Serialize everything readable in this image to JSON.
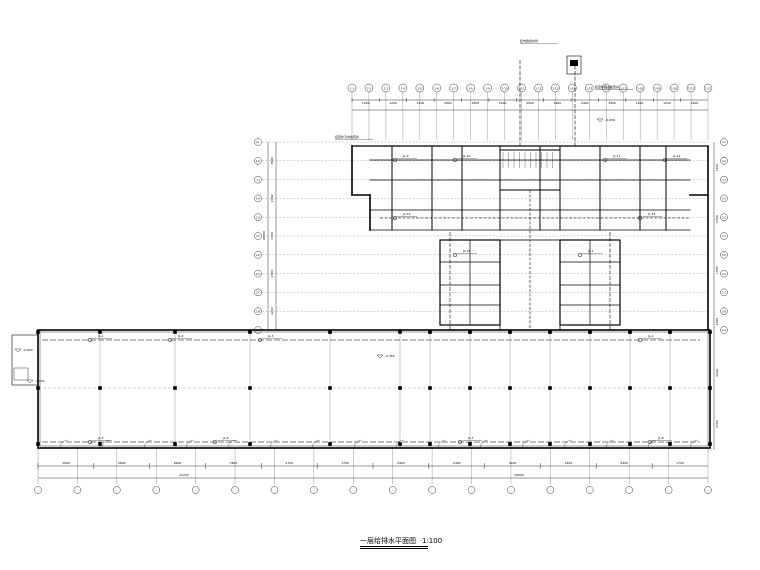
{
  "drawing": {
    "caption": "一层给排水平面图",
    "scale": "1:100",
    "line_color": "#000000",
    "grid_color": "#555555",
    "axis_label_color": "#000000",
    "grid_labels_top": [
      "1-1",
      "1-2",
      "1-3",
      "1-4",
      "1-5",
      "1-6",
      "1-7",
      "1-8",
      "1-9",
      "1-10",
      "1-11",
      "1-12",
      "1-13",
      "1-14",
      "1-15",
      "1-16",
      "1-17",
      "1-18",
      "1-19",
      "1-20",
      "1-21",
      "1-22"
    ],
    "grid_labels_left": [
      "1-L",
      "1-K",
      "1-J",
      "1-H",
      "1-G",
      "1-F",
      "1-E",
      "1-D",
      "1-C",
      "1-B",
      "1-A"
    ],
    "dims_top": [
      "1400",
      "1200",
      "1200",
      "3900",
      "1800",
      "2400",
      "3900",
      "1800",
      "2400",
      "3900",
      "1200",
      "1200",
      "1400"
    ],
    "dims_bottom": [
      "3900",
      "6600",
      "6600",
      "7800",
      "2700",
      "1700",
      "2400",
      "2400",
      "3900",
      "2400",
      "2400",
      "1700"
    ],
    "dim_totals_bottom": [
      "22200",
      "29900"
    ],
    "dims_right": [
      "1200",
      "2700",
      "1700",
      "2700",
      "4200",
      "2700"
    ],
    "dims_left": [
      "3900",
      "2700",
      "1700",
      "2700",
      "4200"
    ],
    "dim_total_left": "18900",
    "level_marks": [
      "-0.050",
      "-0.350",
      "-0.600"
    ],
    "pipe_labels_main": [
      "JL-1",
      "JL-2",
      "JL-3",
      "JL-4",
      "JL-5",
      "JL-6",
      "JL-7",
      "JL-8",
      "JL-9",
      "JL-10",
      "JL-11",
      "JL-12",
      "JL-13",
      "JL-14",
      "JL-15"
    ],
    "note_labels": [
      "接市政给水管",
      "接室外雨水检查井",
      "接室外污水检查井"
    ]
  }
}
